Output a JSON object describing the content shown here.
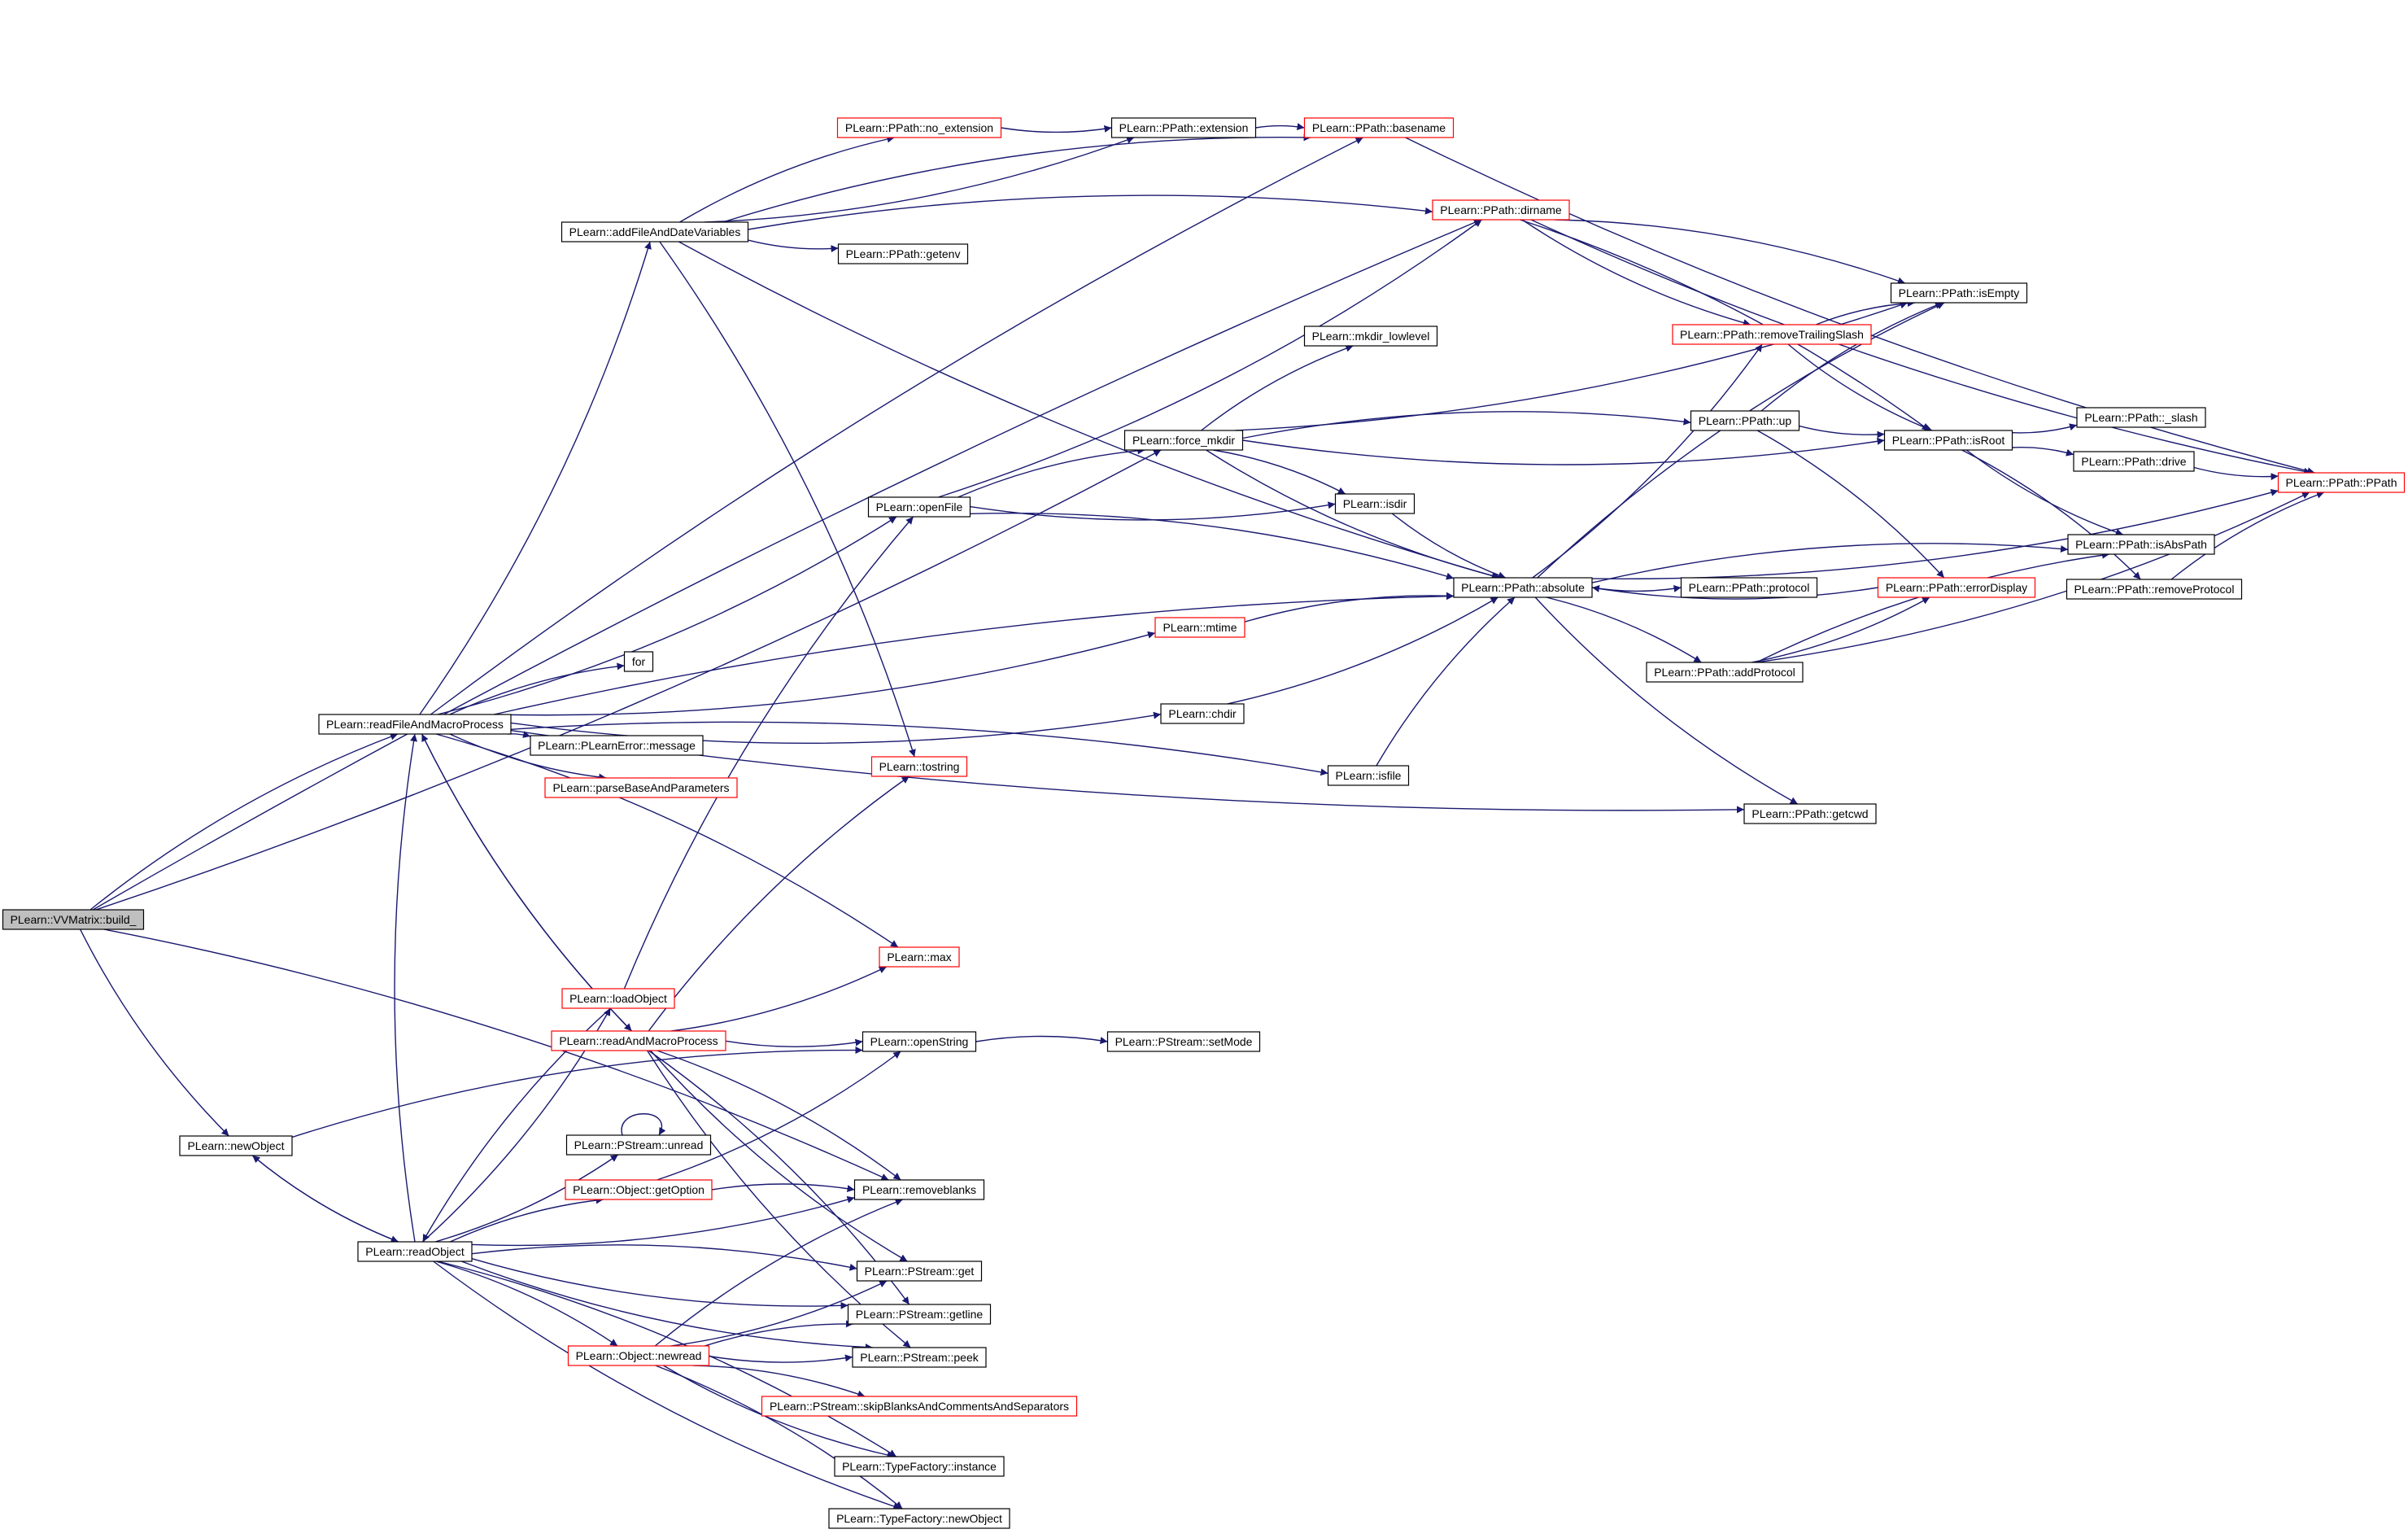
{
  "root_node": "PLearn::VVMatrix::build_",
  "nodes": [
    {
      "id": "build",
      "label": "PLearn::VVMatrix::build_",
      "style": "root"
    },
    {
      "id": "readFile",
      "label": "PLearn::readFileAndMacroProcess",
      "style": "normal"
    },
    {
      "id": "newObject",
      "label": "PLearn::newObject",
      "style": "normal"
    },
    {
      "id": "readObject",
      "label": "PLearn::readObject",
      "style": "normal"
    },
    {
      "id": "addFileDate",
      "label": "PLearn::addFileAndDateVariables",
      "style": "normal"
    },
    {
      "id": "noExt",
      "label": "PLearn::PPath::no_extension",
      "style": "truncated"
    },
    {
      "id": "extension",
      "label": "PLearn::PPath::extension",
      "style": "normal"
    },
    {
      "id": "basename",
      "label": "PLearn::PPath::basename",
      "style": "truncated"
    },
    {
      "id": "getenv",
      "label": "PLearn::PPath::getenv",
      "style": "normal"
    },
    {
      "id": "dirname",
      "label": "PLearn::PPath::dirname",
      "style": "truncated"
    },
    {
      "id": "isEmpty",
      "label": "PLearn::PPath::isEmpty",
      "style": "normal"
    },
    {
      "id": "removeTrailing",
      "label": "PLearn::PPath::removeTrailingSlash",
      "style": "truncated"
    },
    {
      "id": "mkdirLow",
      "label": "PLearn::mkdir_lowlevel",
      "style": "normal"
    },
    {
      "id": "forceMkdir",
      "label": "PLearn::force_mkdir",
      "style": "normal"
    },
    {
      "id": "up",
      "label": "PLearn::PPath::up",
      "style": "normal"
    },
    {
      "id": "isRoot",
      "label": "PLearn::PPath::isRoot",
      "style": "normal"
    },
    {
      "id": "slash",
      "label": "PLearn::PPath::_slash",
      "style": "normal"
    },
    {
      "id": "drive",
      "label": "PLearn::PPath::drive",
      "style": "normal"
    },
    {
      "id": "ppath",
      "label": "PLearn::PPath::PPath",
      "style": "truncated"
    },
    {
      "id": "openFile",
      "label": "PLearn::openFile",
      "style": "normal"
    },
    {
      "id": "isdir",
      "label": "PLearn::isdir",
      "style": "normal"
    },
    {
      "id": "isAbsPath",
      "label": "PLearn::PPath::isAbsPath",
      "style": "normal"
    },
    {
      "id": "absolute",
      "label": "PLearn::PPath::absolute",
      "style": "normal"
    },
    {
      "id": "protocol",
      "label": "PLearn::PPath::protocol",
      "style": "normal"
    },
    {
      "id": "errorDisplay",
      "label": "PLearn::PPath::errorDisplay",
      "style": "truncated"
    },
    {
      "id": "removeProtocol",
      "label": "PLearn::PPath::removeProtocol",
      "style": "normal"
    },
    {
      "id": "mtime",
      "label": "PLearn::mtime",
      "style": "truncated"
    },
    {
      "id": "for",
      "label": "for",
      "style": "normal"
    },
    {
      "id": "addProtocol",
      "label": "PLearn::PPath::addProtocol",
      "style": "normal"
    },
    {
      "id": "chdir",
      "label": "PLearn::chdir",
      "style": "normal"
    },
    {
      "id": "message",
      "label": "PLearn::PLearnError::message",
      "style": "normal"
    },
    {
      "id": "parseBase",
      "label": "PLearn::parseBaseAndParameters",
      "style": "truncated"
    },
    {
      "id": "tostring",
      "label": "PLearn::tostring",
      "style": "truncated"
    },
    {
      "id": "isfile",
      "label": "PLearn::isfile",
      "style": "normal"
    },
    {
      "id": "getcwd",
      "label": "PLearn::PPath::getcwd",
      "style": "normal"
    },
    {
      "id": "max",
      "label": "PLearn::max",
      "style": "truncated"
    },
    {
      "id": "loadObject",
      "label": "PLearn::loadObject",
      "style": "truncated"
    },
    {
      "id": "readAndMacro",
      "label": "PLearn::readAndMacroProcess",
      "style": "truncated"
    },
    {
      "id": "openString",
      "label": "PLearn::openString",
      "style": "normal"
    },
    {
      "id": "setMode",
      "label": "PLearn::PStream::setMode",
      "style": "normal"
    },
    {
      "id": "unread",
      "label": "PLearn::PStream::unread",
      "style": "normal"
    },
    {
      "id": "getOption",
      "label": "PLearn::Object::getOption",
      "style": "truncated"
    },
    {
      "id": "removeblanks",
      "label": "PLearn::removeblanks",
      "style": "normal"
    },
    {
      "id": "get",
      "label": "PLearn::PStream::get",
      "style": "normal"
    },
    {
      "id": "getline",
      "label": "PLearn::PStream::getline",
      "style": "normal"
    },
    {
      "id": "newread",
      "label": "PLearn::Object::newread",
      "style": "truncated"
    },
    {
      "id": "peek",
      "label": "PLearn::PStream::peek",
      "style": "normal"
    },
    {
      "id": "skipBlanks",
      "label": "PLearn::PStream::skipBlanksAndCommentsAndSeparators",
      "style": "truncated"
    },
    {
      "id": "instance",
      "label": "PLearn::TypeFactory::instance",
      "style": "normal"
    },
    {
      "id": "tfNewObject",
      "label": "PLearn::TypeFactory::newObject",
      "style": "normal"
    }
  ],
  "edges": [
    [
      "build",
      "readFile"
    ],
    [
      "build",
      "newObject"
    ],
    [
      "build",
      "removeblanks"
    ],
    [
      "build",
      "forceMkdir"
    ],
    [
      "build",
      "dirname"
    ],
    [
      "readFile",
      "addFileDate"
    ],
    [
      "readFile",
      "basename"
    ],
    [
      "readFile",
      "openFile"
    ],
    [
      "readFile",
      "absolute"
    ],
    [
      "readFile",
      "mtime"
    ],
    [
      "readFile",
      "for"
    ],
    [
      "readFile",
      "chdir"
    ],
    [
      "readFile",
      "message"
    ],
    [
      "readFile",
      "parseBase"
    ],
    [
      "readFile",
      "isfile"
    ],
    [
      "readFile",
      "getcwd"
    ],
    [
      "readFile",
      "max"
    ],
    [
      "readFile",
      "readAndMacro"
    ],
    [
      "addFileDate",
      "noExt"
    ],
    [
      "addFileDate",
      "extension"
    ],
    [
      "addFileDate",
      "basename"
    ],
    [
      "addFileDate",
      "getenv"
    ],
    [
      "addFileDate",
      "dirname"
    ],
    [
      "addFileDate",
      "absolute"
    ],
    [
      "addFileDate",
      "tostring"
    ],
    [
      "noExt",
      "extension"
    ],
    [
      "extension",
      "basename"
    ],
    [
      "basename",
      "ppath"
    ],
    [
      "dirname",
      "isEmpty"
    ],
    [
      "dirname",
      "removeTrailing"
    ],
    [
      "dirname",
      "isRoot"
    ],
    [
      "dirname",
      "ppath"
    ],
    [
      "removeTrailing",
      "isEmpty"
    ],
    [
      "removeTrailing",
      "isRoot"
    ],
    [
      "forceMkdir",
      "mkdirLow"
    ],
    [
      "forceMkdir",
      "isEmpty"
    ],
    [
      "forceMkdir",
      "up"
    ],
    [
      "forceMkdir",
      "isRoot"
    ],
    [
      "forceMkdir",
      "isdir"
    ],
    [
      "forceMkdir",
      "absolute"
    ],
    [
      "up",
      "isEmpty"
    ],
    [
      "up",
      "isRoot"
    ],
    [
      "up",
      "errorDisplay"
    ],
    [
      "isRoot",
      "slash"
    ],
    [
      "isRoot",
      "drive"
    ],
    [
      "isRoot",
      "isAbsPath"
    ],
    [
      "isRoot",
      "removeProtocol"
    ],
    [
      "drive",
      "ppath"
    ],
    [
      "removeProtocol",
      "ppath"
    ],
    [
      "openFile",
      "dirname"
    ],
    [
      "openFile",
      "forceMkdir"
    ],
    [
      "openFile",
      "isdir"
    ],
    [
      "openFile",
      "absolute"
    ],
    [
      "isdir",
      "absolute"
    ],
    [
      "mtime",
      "absolute"
    ],
    [
      "chdir",
      "absolute"
    ],
    [
      "isfile",
      "absolute"
    ],
    [
      "absolute",
      "removeTrailing"
    ],
    [
      "absolute",
      "isEmpty"
    ],
    [
      "absolute",
      "ppath"
    ],
    [
      "absolute",
      "isAbsPath"
    ],
    [
      "absolute",
      "protocol"
    ],
    [
      "absolute",
      "addProtocol"
    ],
    [
      "absolute",
      "getcwd"
    ],
    [
      "errorDisplay",
      "absolute"
    ],
    [
      "addProtocol",
      "errorDisplay"
    ],
    [
      "addProtocol",
      "isAbsPath"
    ],
    [
      "addProtocol",
      "ppath"
    ],
    [
      "newObject",
      "openString"
    ],
    [
      "newObject",
      "readObject"
    ],
    [
      "readObject",
      "newObject"
    ],
    [
      "readObject",
      "loadObject"
    ],
    [
      "readObject",
      "readFile"
    ],
    [
      "readObject",
      "unread"
    ],
    [
      "readObject",
      "getOption"
    ],
    [
      "readObject",
      "removeblanks"
    ],
    [
      "readObject",
      "get"
    ],
    [
      "readObject",
      "getline"
    ],
    [
      "readObject",
      "newread"
    ],
    [
      "readObject",
      "peek"
    ],
    [
      "readObject",
      "instance"
    ],
    [
      "readObject",
      "tfNewObject"
    ],
    [
      "loadObject",
      "openFile"
    ],
    [
      "loadObject",
      "readObject"
    ],
    [
      "readAndMacro",
      "readFile"
    ],
    [
      "readAndMacro",
      "max"
    ],
    [
      "readAndMacro",
      "tostring"
    ],
    [
      "readAndMacro",
      "openString"
    ],
    [
      "readAndMacro",
      "removeblanks"
    ],
    [
      "readAndMacro",
      "get"
    ],
    [
      "readAndMacro",
      "getline"
    ],
    [
      "readAndMacro",
      "peek"
    ],
    [
      "openString",
      "setMode"
    ],
    [
      "unread",
      "unread"
    ],
    [
      "getOption",
      "removeblanks"
    ],
    [
      "getOption",
      "openString"
    ],
    [
      "newread",
      "removeblanks"
    ],
    [
      "newread",
      "get"
    ],
    [
      "newread",
      "getline"
    ],
    [
      "newread",
      "peek"
    ],
    [
      "newread",
      "skipBlanks"
    ],
    [
      "newread",
      "instance"
    ],
    [
      "newread",
      "tfNewObject"
    ]
  ],
  "colors": {
    "edge": "#191970",
    "node_border": "#000000",
    "truncated_border": "#ff0000",
    "root_fill": "#bfbfbf",
    "node_fill": "#ffffff",
    "text": "#000000"
  }
}
